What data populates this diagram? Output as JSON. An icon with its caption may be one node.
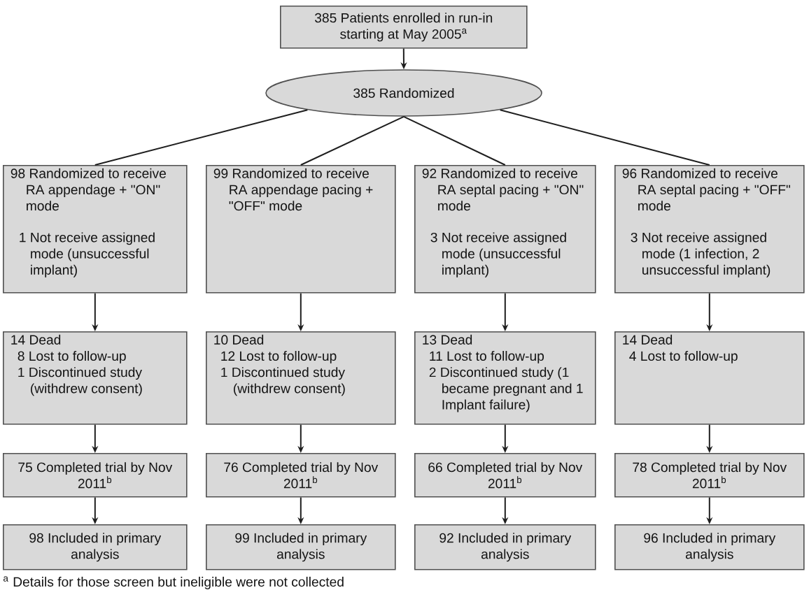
{
  "diagram": {
    "nodes": [
      {
        "text": [
          "385 Patients enrolled in run-in starting at May 2005$^{a}$"
        ]
      },
      {
        "text": [
          "385 Randomized"
        ]
      },
      {
        "text": [
          "98 Randomized to receive RA appendage + \"ON\" mode",
          "1 Not receive assigned mode (unsuccessful implant)"
        ]
      },
      {
        "text": [
          "99 Randomized to receive RA appendage pacing + \"OFF\" mode"
        ]
      },
      {
        "text": [
          "92 Randomized to receive RA septal pacing + \"ON\" mode",
          "3 Not receive assigned mode (unsuccessful implant)"
        ]
      },
      {
        "text": [
          "96 Randomized to receive RA septal pacing + \"OFF\" mode",
          "3 Not receive assigned mode (1 infection, 2 unsuccessful implant)"
        ]
      },
      {
        "text": [
          "14 Dead",
          "8 Lost to follow-up",
          "1 Discontinued study (withdrew consent)"
        ]
      },
      {
        "text": [
          "10 Dead",
          "12 Lost to follow-up",
          "1 Discontinued study (withdrew consent)"
        ]
      },
      {
        "text": [
          "13 Dead",
          "11 Lost to follow-up",
          "2 Discontinued study (1 became pregnant and 1 Implant failure)"
        ]
      },
      {
        "text": [
          "14 Dead",
          "4 Lost to follow-up"
        ]
      },
      {
        "text": [
          "75 Completed trial by Nov 2011$^{b}$"
        ]
      },
      {
        "text": [
          "76 Completed trial by Nov 2011$^{b}$"
        ]
      },
      {
        "text": [
          "66 Completed trial by Nov 2011$^{b}$"
        ]
      },
      {
        "text": [
          "78 Completed trial by Nov 2011$^{b}$"
        ]
      },
      {
        "text": [
          "98 Included in primary analysis"
        ]
      },
      {
        "text": [
          "99 Included in primary analysis"
        ]
      },
      {
        "text": [
          "92 Included in primary analysis"
        ]
      },
      {
        "text": [
          "96 Included in primary analysis"
        ]
      }
    ],
    "edges": [
      {
        "from": 0,
        "to": 1,
        "arrow": "to"
      },
      {
        "from": 1,
        "to": 2,
        "arrow": "none"
      },
      {
        "from": 1,
        "to": 3,
        "arrow": "none"
      },
      {
        "from": 1,
        "to": 4,
        "arrow": "none"
      },
      {
        "from": 1,
        "to": 5,
        "arrow": "none"
      },
      {
        "from": 2,
        "to": 6,
        "arrow": "to"
      },
      {
        "from": 3,
        "to": 7,
        "arrow": "to"
      },
      {
        "from": 4,
        "to": 8,
        "arrow": "to"
      },
      {
        "from": 5,
        "to": 9,
        "arrow": "to"
      },
      {
        "from": 6,
        "to": 10,
        "arrow": "to"
      },
      {
        "from": 7,
        "to": 11,
        "arrow": "to"
      },
      {
        "from": 8,
        "to": 12,
        "arrow": "to"
      },
      {
        "from": 9,
        "to": 13,
        "arrow": "to"
      },
      {
        "from": 10,
        "to": 14,
        "arrow": "to"
      },
      {
        "from": 11,
        "to": 15,
        "arrow": "to"
      },
      {
        "from": 12,
        "to": 16,
        "arrow": "to"
      },
      {
        "from": 13,
        "to": 17,
        "arrow": "to"
      }
    ],
    "labels": [
      "$^{a}$ Details for those screen but ineligible were not collected"
    ]
  }
}
